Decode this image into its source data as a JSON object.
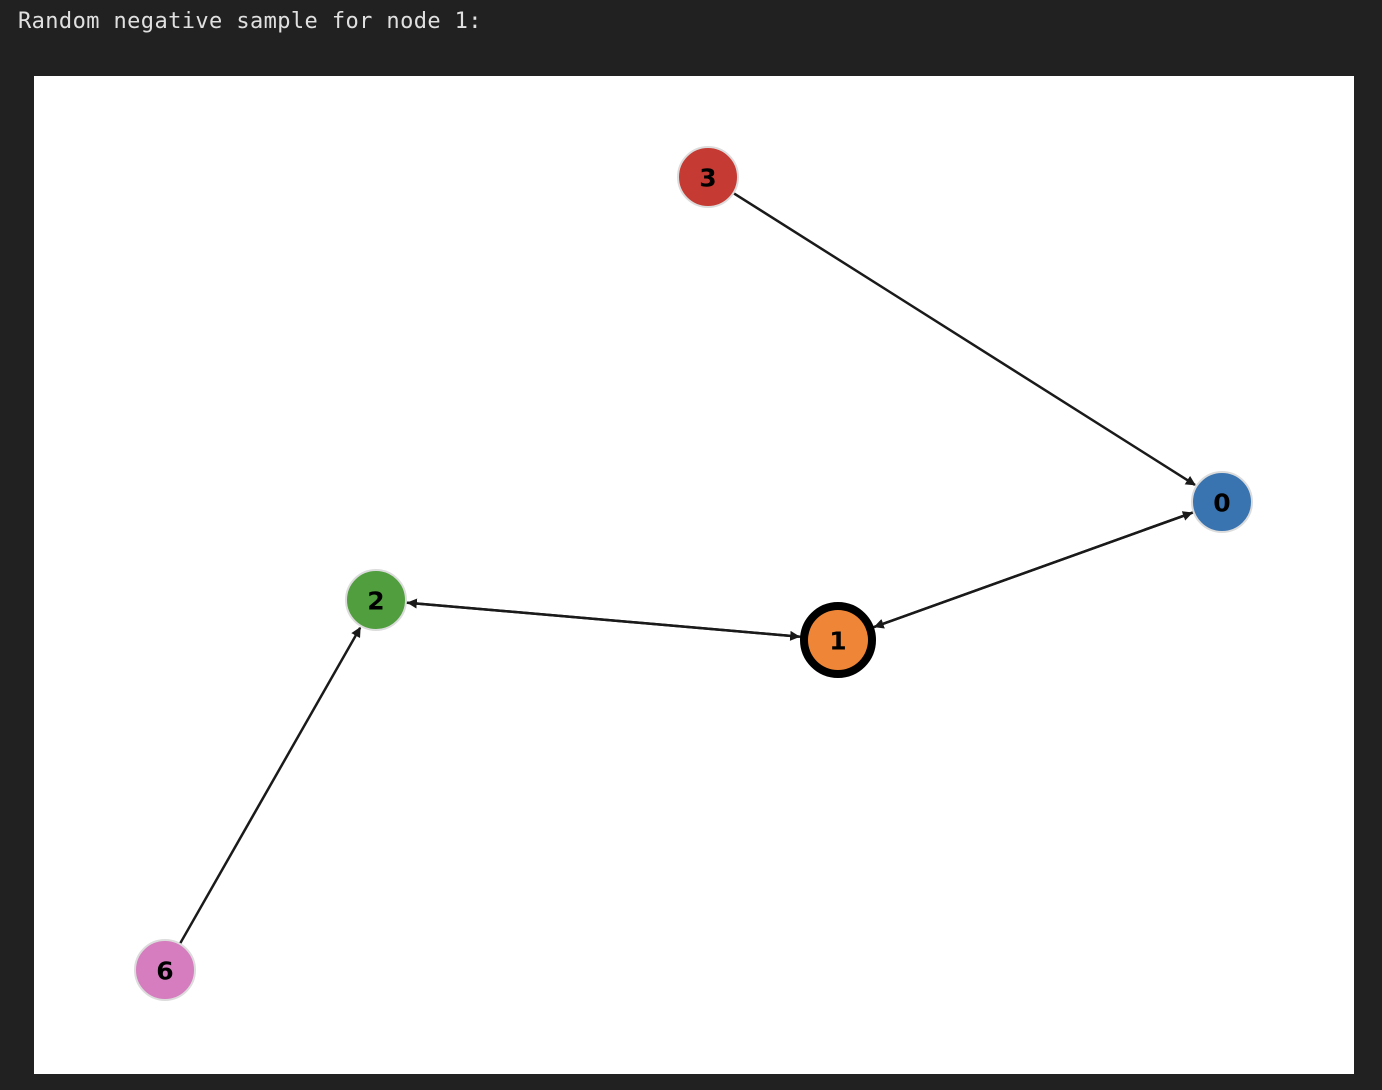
{
  "output": {
    "text": "Random negative sample for node 1:"
  },
  "graph": {
    "nodes": [
      {
        "id": "0",
        "label": "0",
        "color": "#3a74b0",
        "highlighted": false
      },
      {
        "id": "1",
        "label": "1",
        "color": "#ef8536",
        "highlighted": true
      },
      {
        "id": "2",
        "label": "2",
        "color": "#519e3e",
        "highlighted": false
      },
      {
        "id": "3",
        "label": "3",
        "color": "#c53a32",
        "highlighted": false
      },
      {
        "id": "6",
        "label": "6",
        "color": "#d57dbe",
        "highlighted": false
      }
    ],
    "edges": [
      {
        "source": "3",
        "target": "0"
      },
      {
        "source": "0",
        "target": "1"
      },
      {
        "source": "1",
        "target": "0"
      },
      {
        "source": "2",
        "target": "1"
      },
      {
        "source": "1",
        "target": "2"
      },
      {
        "source": "6",
        "target": "2"
      }
    ],
    "edge_color": "#1a1a1a",
    "highlight_ring_color": "#000000"
  }
}
